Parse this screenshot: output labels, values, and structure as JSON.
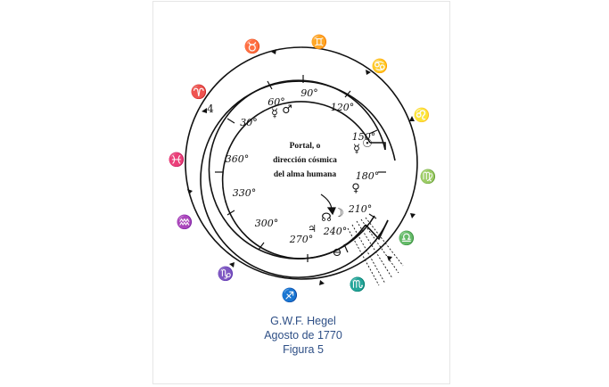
{
  "caption": {
    "author": "G.W.F. Hegel",
    "date": "Agosto de 1770",
    "figure": "Figura 5"
  },
  "center_note": {
    "line1": "Portal, o",
    "line2": "dirección cósmica",
    "line3": "del alma humana"
  },
  "zodiac_signs": [
    {
      "name": "taurus",
      "glyph": "♉"
    },
    {
      "name": "gemini",
      "glyph": "♊"
    },
    {
      "name": "cancer",
      "glyph": "♋"
    },
    {
      "name": "leo",
      "glyph": "♌"
    },
    {
      "name": "virgo",
      "glyph": "♍"
    },
    {
      "name": "libra",
      "glyph": "♎"
    },
    {
      "name": "scorpio",
      "glyph": "♏"
    },
    {
      "name": "sagittarius",
      "glyph": "♐"
    },
    {
      "name": "capricorn",
      "glyph": "♑"
    },
    {
      "name": "aquarius",
      "glyph": "♒"
    },
    {
      "name": "pisces",
      "glyph": "♓"
    },
    {
      "name": "aries",
      "glyph": "♈"
    }
  ],
  "degree_labels": [
    "60°",
    "90°",
    "120°",
    "150°",
    "180°",
    "210°",
    "240°",
    "270°",
    "300°",
    "330°",
    "360°",
    "30°"
  ],
  "planet_marks": {
    "jupiter_outer": "4",
    "mars_60": "♂",
    "mercury_60": "☿",
    "mercury_150": "☿",
    "sun_150": "☉",
    "venus_180": "♀",
    "node_240": "☊",
    "moon_240": "☽",
    "jupiter_240": "♃",
    "earth_ring": "⊖"
  }
}
